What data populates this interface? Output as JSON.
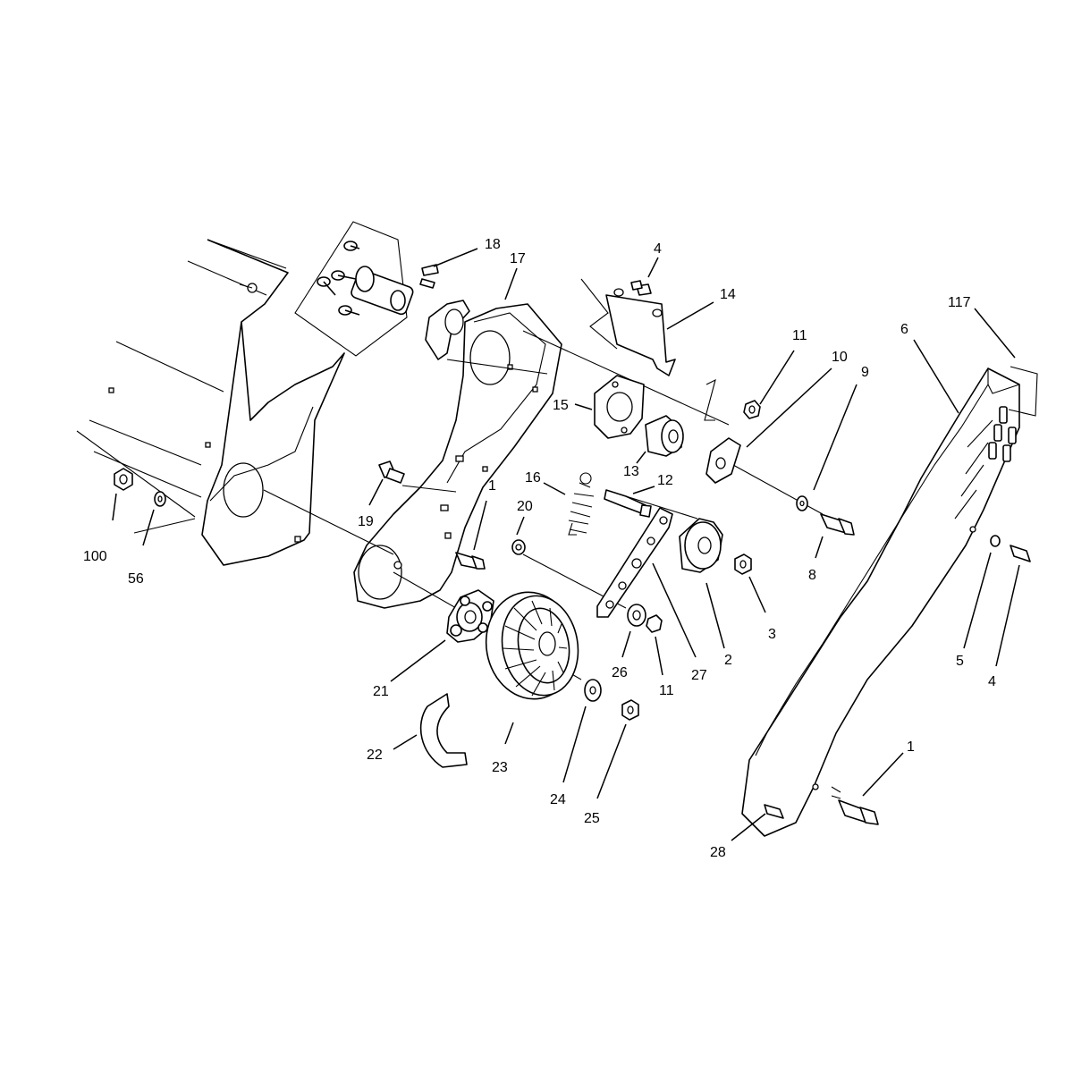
{
  "diagram": {
    "callouts": [
      {
        "id": "c18",
        "label": "18"
      },
      {
        "id": "c17",
        "label": "17"
      },
      {
        "id": "c4a",
        "label": "4"
      },
      {
        "id": "c14",
        "label": "14"
      },
      {
        "id": "c117",
        "label": "117"
      },
      {
        "id": "c6",
        "label": "6"
      },
      {
        "id": "c11a",
        "label": "11"
      },
      {
        "id": "c10",
        "label": "10"
      },
      {
        "id": "c9",
        "label": "9"
      },
      {
        "id": "c15",
        "label": "15"
      },
      {
        "id": "c13",
        "label": "13"
      },
      {
        "id": "c16",
        "label": "16"
      },
      {
        "id": "c12",
        "label": "12"
      },
      {
        "id": "c20",
        "label": "20"
      },
      {
        "id": "c1a",
        "label": "1"
      },
      {
        "id": "c19",
        "label": "19"
      },
      {
        "id": "c100",
        "label": "100"
      },
      {
        "id": "c56",
        "label": "56"
      },
      {
        "id": "c8",
        "label": "8"
      },
      {
        "id": "c3",
        "label": "3"
      },
      {
        "id": "c2",
        "label": "2"
      },
      {
        "id": "c27",
        "label": "27"
      },
      {
        "id": "c26",
        "label": "26"
      },
      {
        "id": "c11b",
        "label": "11"
      },
      {
        "id": "c21",
        "label": "21"
      },
      {
        "id": "c22",
        "label": "22"
      },
      {
        "id": "c23",
        "label": "23"
      },
      {
        "id": "c24",
        "label": "24"
      },
      {
        "id": "c25",
        "label": "25"
      },
      {
        "id": "c5",
        "label": "5"
      },
      {
        "id": "c4b",
        "label": "4"
      },
      {
        "id": "c1b",
        "label": "1"
      },
      {
        "id": "c28",
        "label": "28"
      }
    ]
  }
}
